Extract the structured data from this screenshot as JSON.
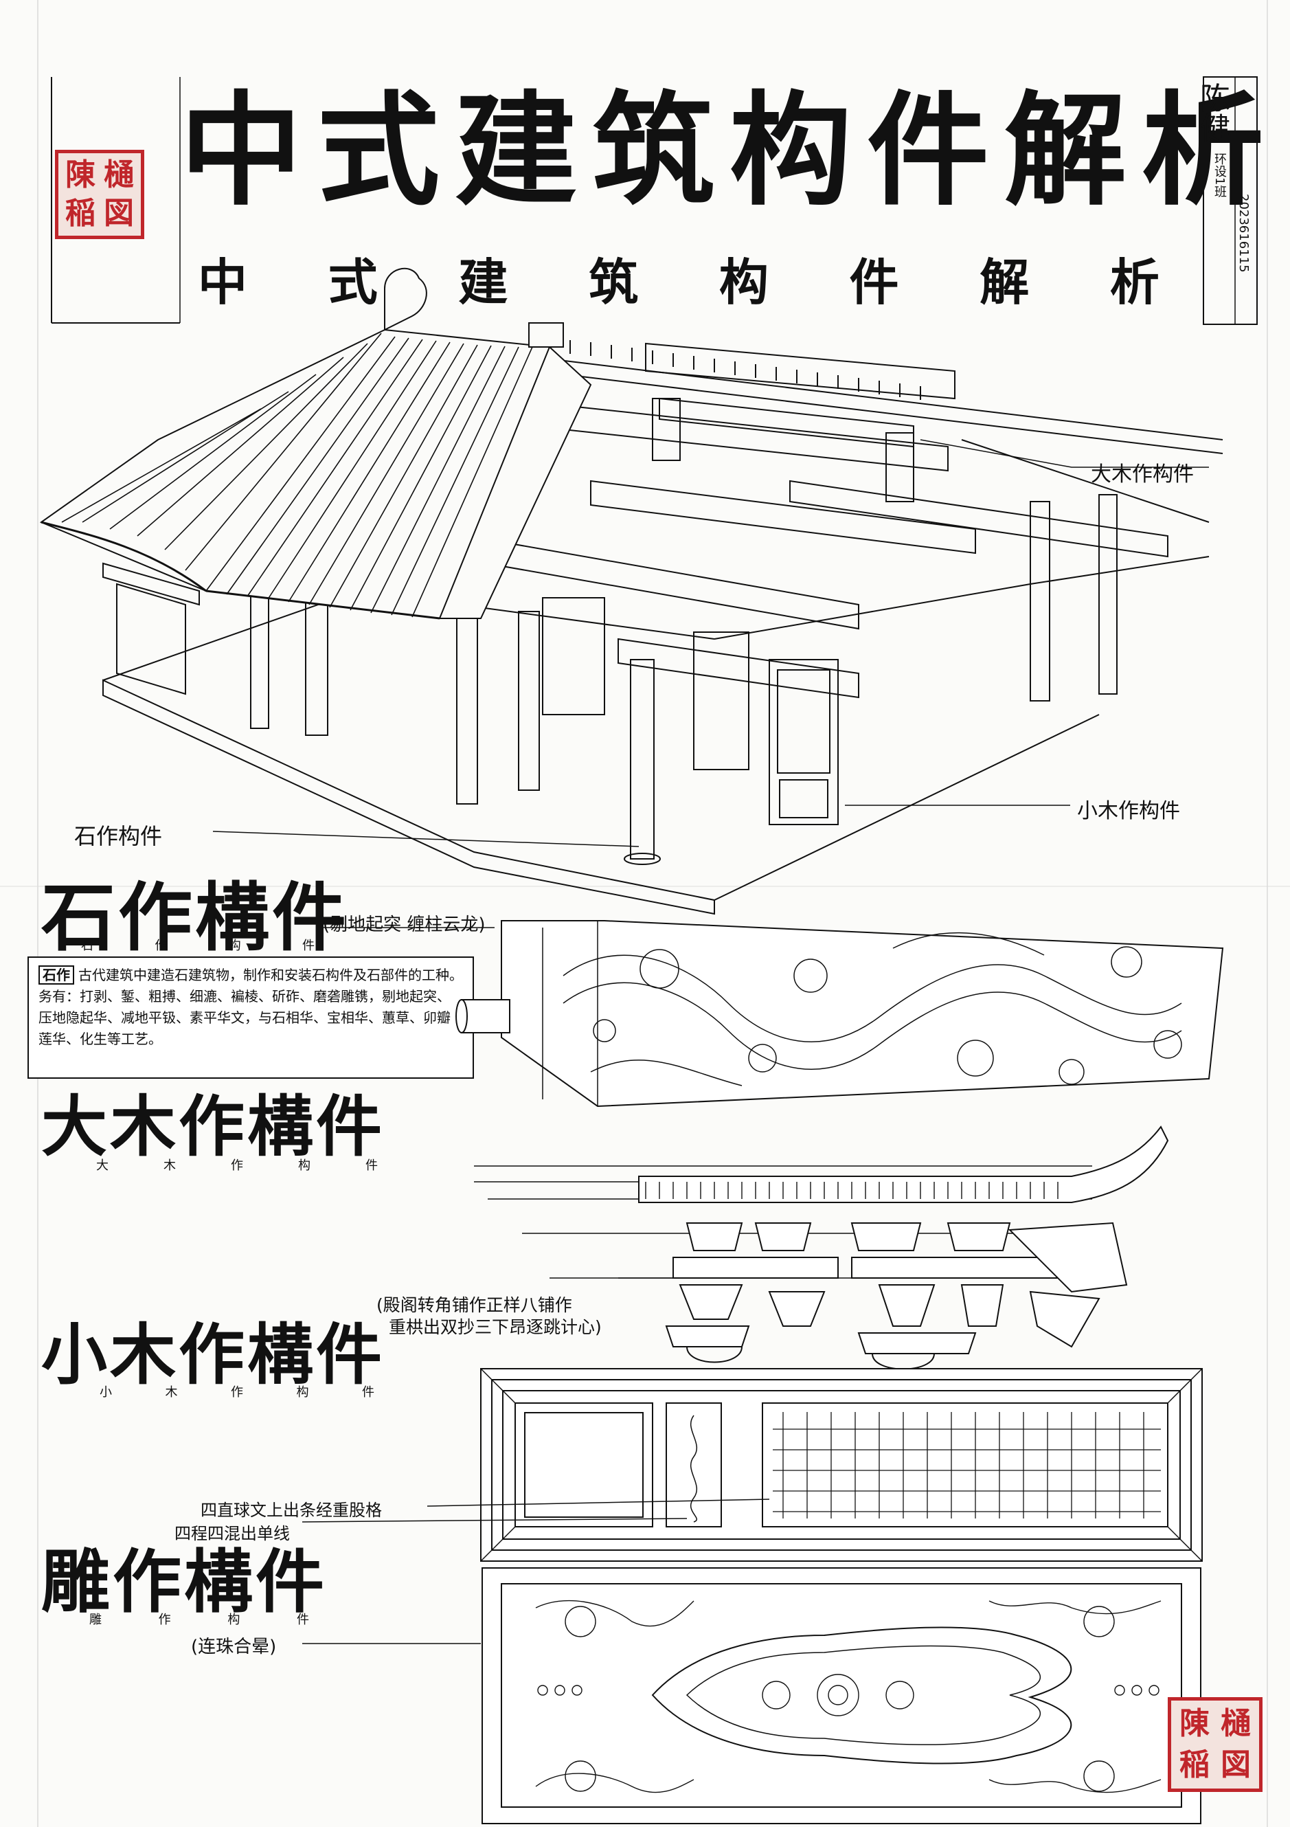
{
  "header": {
    "title": "中式建筑构件解析",
    "subtitle_chars": [
      "中",
      "式",
      "建",
      "筑",
      "构",
      "件",
      "解",
      "析"
    ],
    "author_name": "陈健",
    "author_info": [
      "2023616115",
      "环设1班"
    ]
  },
  "seals": {
    "top_left": [
      "陳",
      "樋",
      "稲",
      "図"
    ],
    "bottom_right": [
      "陳",
      "樋",
      "稲",
      "図"
    ]
  },
  "callouts": {
    "damuzuo": "大木作构件",
    "xiaomuzuo": "小木作构件",
    "shizuo": "石作构件"
  },
  "sections": {
    "stone": {
      "heading": "石作構件",
      "small_chars": [
        "石",
        "作",
        "构",
        "件"
      ],
      "note": "(剔地起突 缠柱云龙)",
      "box_tag": "石作",
      "box_text": "古代建筑中建造石建筑物，制作和安装石构件及石部件的工种。务有：打剥、錾、粗搏、细漉、褊棱、斫砟、磨砻雕镌，剔地起突、压地隐起华、减地平钑、素平华文，与石相华、宝相华、蕙草、卯瓣莲华、化生等工艺。"
    },
    "damu": {
      "heading": "大木作構件",
      "small_chars": [
        "大",
        "木",
        "作",
        "构",
        "件"
      ],
      "note_lines": [
        "(殿阁转角铺作正样八铺作",
        "重栱出双抄三下昂逐跳计心)"
      ]
    },
    "xiaomu": {
      "heading": "小木作構件",
      "small_chars": [
        "小",
        "木",
        "作",
        "构",
        "件"
      ],
      "callout_1": "四直球文上出条经重股格",
      "callout_2": "四程四混出单线"
    },
    "diao": {
      "heading": "雕作構件",
      "small_chars": [
        "雕",
        "作",
        "构",
        "件"
      ],
      "note": "(连珠合晕)"
    }
  }
}
